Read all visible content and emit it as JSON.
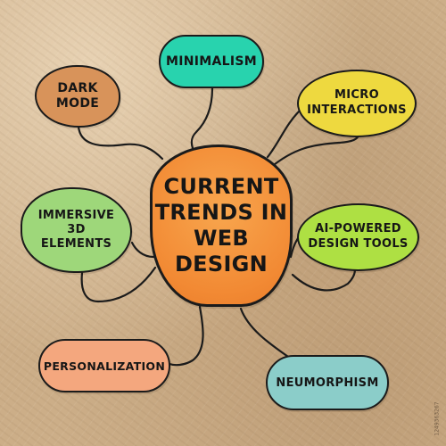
{
  "mindmap": {
    "center": "CURRENT TRENDS IN WEB DESIGN",
    "branches": [
      "MINIMALISM",
      "DARK MODE",
      "MICRO INTERACTIONS",
      "IMMERSIVE 3D ELEMENTS",
      "AI-POWERED DESIGN TOOLS",
      "PERSONALIZATION",
      "NEUMORPHISM"
    ]
  },
  "colors": {
    "center_fill": "#f28a34",
    "minimalism_fill": "#28d3ae",
    "dark_mode_fill": "#d8935a",
    "micro_fill": "#eed93f",
    "immersive_fill": "#9ed77a",
    "ai_tools_fill": "#aee043",
    "personalization_fill": "#f4a77e",
    "neumorphism_fill": "#8bcdc9",
    "outline": "#1b1b1b",
    "paper": "#ccae88"
  },
  "watermark_id": "1249363267"
}
